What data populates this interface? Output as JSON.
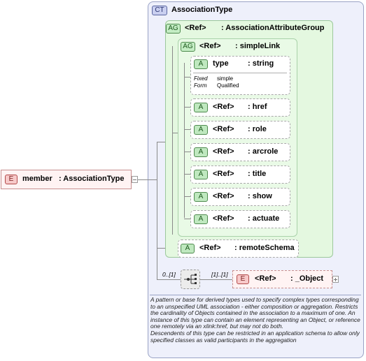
{
  "complex_type": {
    "badge": "CT",
    "name": "AssociationType"
  },
  "attribute_group": {
    "badge": "AG",
    "ref": "<Ref>",
    "name": ": AssociationAttributeGroup"
  },
  "simple_link": {
    "badge": "AG",
    "ref": "<Ref>",
    "name": ": simpleLink"
  },
  "type_attr": {
    "badge": "A",
    "name": "type",
    "type": ": string",
    "fixed_label": "Fixed",
    "fixed_value": "simple",
    "form_label": "Form",
    "form_value": "Qualified"
  },
  "attributes": [
    {
      "badge": "A",
      "ref": "<Ref>",
      "name": ": href"
    },
    {
      "badge": "A",
      "ref": "<Ref>",
      "name": ": role"
    },
    {
      "badge": "A",
      "ref": "<Ref>",
      "name": ": arcrole"
    },
    {
      "badge": "A",
      "ref": "<Ref>",
      "name": ": title"
    },
    {
      "badge": "A",
      "ref": "<Ref>",
      "name": ": show"
    },
    {
      "badge": "A",
      "ref": "<Ref>",
      "name": ": actuate"
    }
  ],
  "remote_schema": {
    "badge": "A",
    "ref": "<Ref>",
    "name": ": remoteSchema"
  },
  "member": {
    "badge": "E",
    "name": "member",
    "type": ": AssociationType"
  },
  "sequence": {
    "left_card": "0..[1]",
    "right_card": "[1]..[1]"
  },
  "object": {
    "badge": "E",
    "ref": "<Ref>",
    "name": ": _Object"
  },
  "description": {
    "p1": "A pattern or base for derived types used to specify complex types corresponding to an  unspecified UML association - either composition or aggregation.  Restricts the cardinality of Objects contained in the association to a maximum of one.  An instance of this type can contain an element representing an Object, or reference one remotely via an xlink:href, but may not do both.",
    "p2": "Descendents of this type can be restricted in an application schema to allow only specified classes as valid participants in the aggregation"
  }
}
